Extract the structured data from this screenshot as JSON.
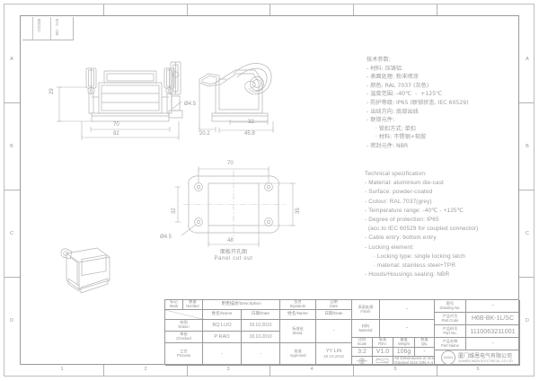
{
  "sheet": {
    "zone_numbers": [
      "1",
      "2",
      "3",
      "4",
      "5",
      "6"
    ],
    "zone_letters": [
      "A",
      "B",
      "C",
      "D"
    ],
    "corner": {
      "col1": "",
      "col2": "图样标记",
      "col3": "签名 日期"
    }
  },
  "specs": {
    "chinese": "技术参数:\n- 材料: 压铸铝\n- 表面处理: 粉末喷涂\n- 颜色: RAL 7037 (灰色)\n- 温度范围: -40℃  -  +125℃\n- 防护等级: IP65 (联锁状态, IEC 60529)\n- 出线方向: 底部出线\n- 联锁元件:\n     · 锁扣方式: 单扣\n     · 材料: 不锈钢+软胶\n- 密封元件: NBR",
    "english": "Technical specification:\n- Material: aluminium die-cast\n- Surface: powder-coated\n- Colour: RAL 7037(grey)\n- Temperature range: -40℃ - +125℃\n- Degree of protection: IP65\n  (acc.to IEC 60529 for coupled connector)\n- Cable entry: bottom entry\n- Locking element:\n     · Locking type: single locking latch\n     · material: stainless steel+TPR\n- Hoods/Housings sealing: NBR"
  },
  "views": {
    "front": {
      "dims": {
        "height": "29",
        "inner_width": "70",
        "outer_width": "82"
      }
    },
    "side": {
      "dims": {
        "depth_left": "20.2",
        "depth_mid": "32",
        "depth_total": "45.8",
        "hole_dia": "Ø4.5"
      }
    },
    "cutout": {
      "caption_cn": "面板开孔图",
      "caption_en": "Panel cut out",
      "dims": {
        "width_outer": "70",
        "width_inner": "48",
        "height_left": "32",
        "height_right": "35",
        "hole_dia": "Ø4.5"
      }
    }
  },
  "title_block": {
    "revision": {
      "headers": {
        "mark_cn": "标记",
        "mark_en": "Mark",
        "number_cn": "数量",
        "number_en": "Number",
        "description_cn": "更更描述",
        "description_en": "Description",
        "signature_cn": "签名",
        "signature_en": "Signature",
        "date_cn": "日期",
        "date_en": "Date",
        "name_cn": "姓名",
        "name_en": "Name",
        "date2_cn": "日期",
        "date2_en": "Date"
      },
      "rows": [
        {
          "role_cn": "绘图",
          "role_en": "Drawn",
          "name": "BQ LUO",
          "date": "18.10.2010"
        },
        {
          "role_cn": "审核",
          "role_en": "Checked",
          "name": "P RAO",
          "date": "18.10.2010"
        },
        {
          "role_cn": "工艺",
          "role_en": "Process",
          "name": "-",
          "date": "-"
        }
      ],
      "right_rows": [
        {
          "role_cn": "标准化",
          "role_en": "Stand.",
          "name": "-",
          "date": ""
        },
        {
          "role_cn": "批准",
          "role_en": "Approved",
          "name": "YY LIN",
          "date": "18.10.2010"
        }
      ]
    },
    "fields": {
      "finish_cn": "表面处理",
      "finish_en": "Finish",
      "finish_val": "-",
      "material_cn": "材料",
      "material_en": "Material",
      "material_val": "-",
      "scale_cn": "比例",
      "scale_en": "Scale",
      "scale_val": "3:2",
      "rev_cn": "版本",
      "rev_en": "REV.",
      "rev_val": "V1.0",
      "weight_cn": "重量",
      "weight_en": "Weight",
      "weight_val": "106g",
      "qty_cn": "数量",
      "qty_en": "Qty.",
      "qty_val": "-",
      "drawing_no_cn": "图号",
      "drawing_no_en": "Drawing No.",
      "drawing_no_val": "-",
      "part_code_cn": "产品代号",
      "part_code_en": "Part Code",
      "part_code_val": "H6B-BK-1L/SC",
      "part_no_cn": "产品料号",
      "part_no_en": "Part No.",
      "part_no_val": "1110063211001",
      "part_name_cn": "产品名称",
      "part_name_en": "Part Name",
      "part_name_val": "-"
    },
    "notes": {
      "units": "All Dimensions in mm",
      "paper": "Original Size DIN A 4"
    },
    "company": {
      "logo_text": "WAIN",
      "name_cn": "厦门维恩电气有限公司",
      "name_en": "XIAMEN WAIN ELECTRICAL CO.LTD"
    }
  }
}
